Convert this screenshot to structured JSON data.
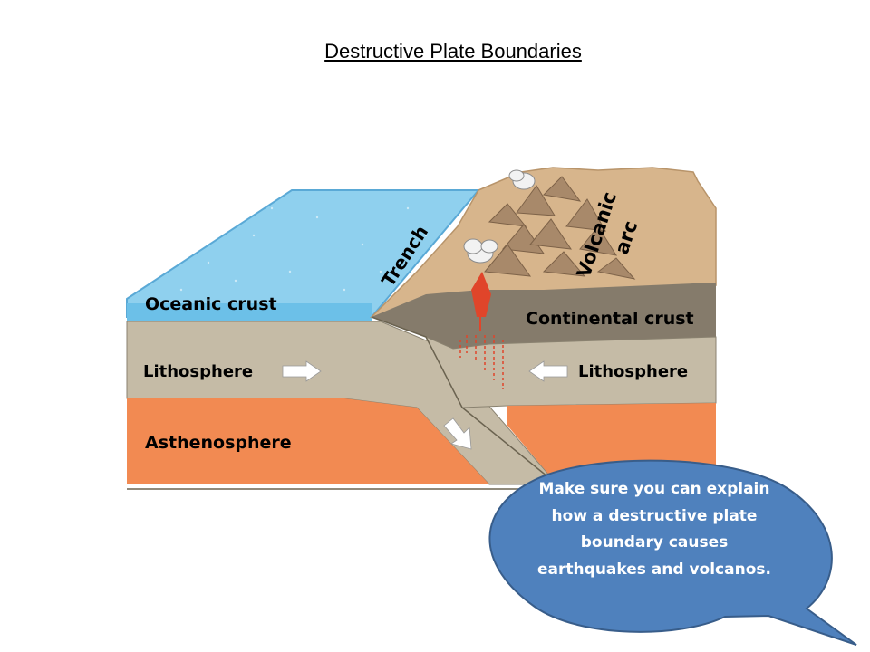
{
  "slide": {
    "title": "Destructive Plate Boundaries"
  },
  "diagram": {
    "labels": {
      "trench": "Trench",
      "volcanic_arc_line1": "Volcanic",
      "volcanic_arc_line2": "arc",
      "oceanic_crust": "Oceanic crust",
      "continental_crust": "Continental crust",
      "lithosphere_left": "Lithosphere",
      "lithosphere_right": "Lithosphere",
      "asthenosphere": "Asthenosphere"
    },
    "colors": {
      "ocean": "#8fd0ee",
      "ocean_edge": "#5aa9d6",
      "land": "#d7b58c",
      "continental_crust": "#857b6b",
      "lithosphere": "#c5bba6",
      "asthenosphere": "#f28a52",
      "magma": "#e0452a",
      "arrow": "#ffffff"
    }
  },
  "callout": {
    "text": "Make sure you can explain how a destructive plate boundary causes earthquakes and volcanos.",
    "fill": "#4f81bd",
    "stroke": "#385d8a"
  }
}
